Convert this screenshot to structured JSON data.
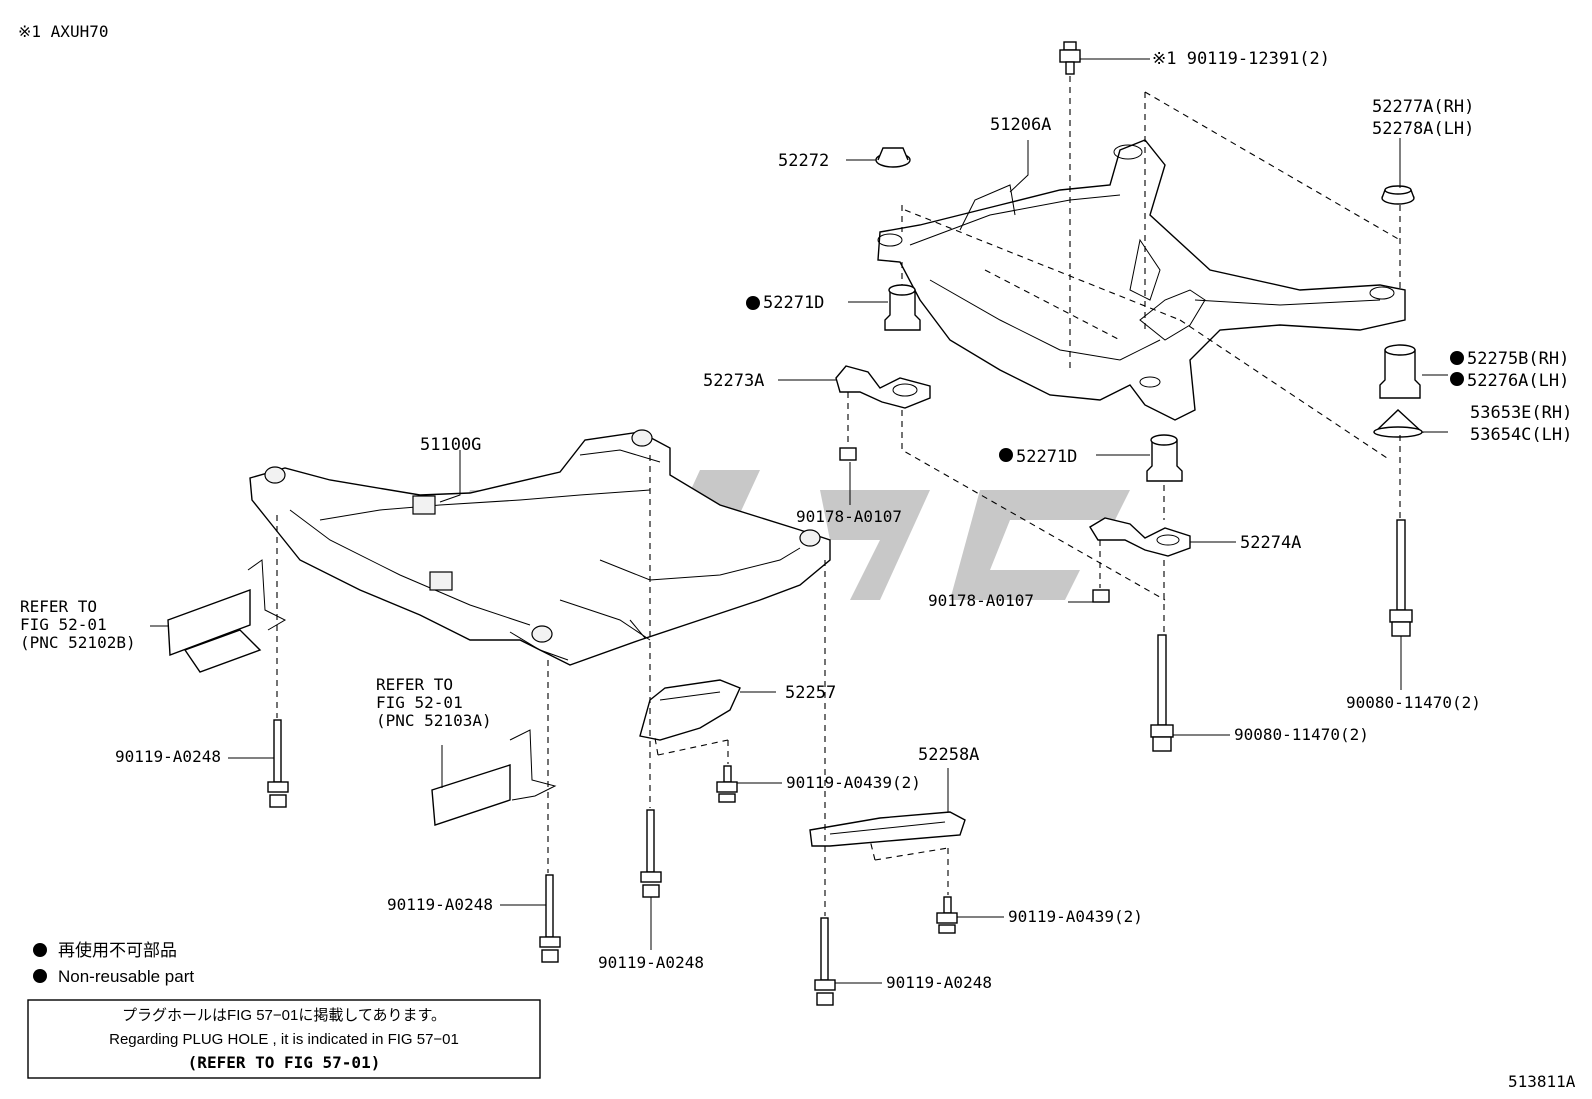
{
  "header": {
    "model_note": "※1 AXUH70",
    "figure_id": "513811A"
  },
  "legend": {
    "bullet": "●",
    "jp": "再使用不可部品",
    "en": "Non-reusable part"
  },
  "note_box": {
    "line1": "プラグホールはFIG 57−01に掲載してあります。",
    "line2": "Regarding PLUG HOLE , it is indicated in FIG 57−01",
    "line3": "(REFER TO FIG 57-01)"
  },
  "refer_boxes": [
    {
      "l1": "REFER TO",
      "l2": "FIG 52-01",
      "l3": "(PNC 52102B)"
    },
    {
      "l1": "REFER TO",
      "l2": "FIG 52-01",
      "l3": "(PNC 52103A)"
    }
  ],
  "labels": {
    "p90119_12391": "※1 90119-12391(2)",
    "p51206A": "51206A",
    "p52272": "52272",
    "p52277A": "52277A(RH)",
    "p52278A": "52278A(LH)",
    "p52271D_a": "52271D",
    "p52273A": "52273A",
    "p52275B": "52275B(RH)",
    "p52276A": "52276A(LH)",
    "p53653E": "53653E(RH)",
    "p53654C": "53654C(LH)",
    "p51100G": "51100G",
    "p52271D_b": "52271D",
    "p90178_a": "90178-A0107",
    "p52274A": "52274A",
    "p90178_b": "90178-A0107",
    "p52257": "52257",
    "p90119_A0248_a": "90119-A0248",
    "p90119_A0439_a": "90119-A0439(2)",
    "p52258A": "52258A",
    "p90080_a": "90080-11470(2)",
    "p90080_b": "90080-11470(2)",
    "p90119_A0248_b": "90119-A0248",
    "p90119_A0248_c": "90119-A0248",
    "p90119_A0439_b": "90119-A0439(2)",
    "p90119_A0248_d": "90119-A0248"
  }
}
